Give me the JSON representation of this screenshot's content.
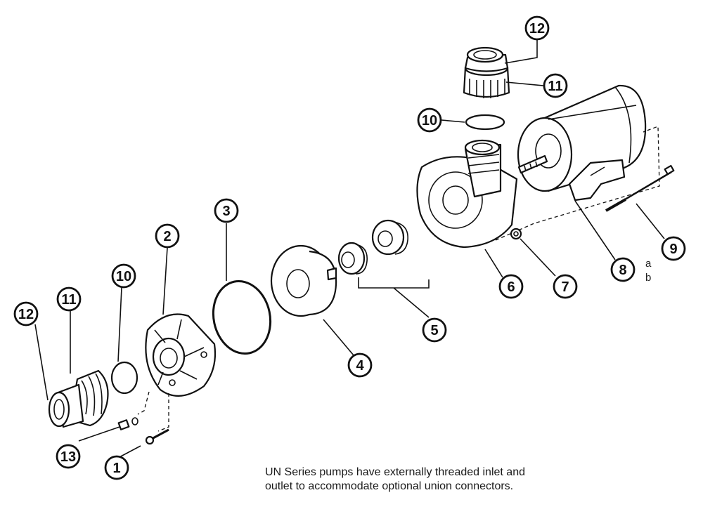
{
  "callouts": {
    "c1": "1",
    "c2": "2",
    "c3": "3",
    "c4": "4",
    "c5": "5",
    "c6": "6",
    "c7": "7",
    "c8": "8",
    "c9": "9",
    "c10_left": "10",
    "c10_top": "10",
    "c11_left": "11",
    "c11_top": "11",
    "c12_left": "12",
    "c12_top": "12",
    "c13": "13"
  },
  "variant_a": "a",
  "variant_b": "b",
  "caption": {
    "line1": "UN Series pumps have externally threaded inlet and",
    "line2": "outlet to accommodate optional union connectors."
  }
}
